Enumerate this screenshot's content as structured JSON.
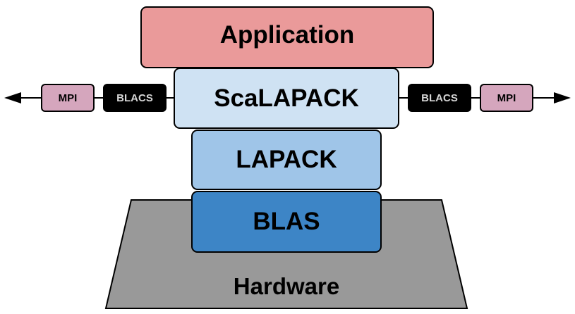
{
  "diagram": {
    "layers": {
      "application": "Application",
      "scalapack": "ScaLAPACK",
      "lapack": "LAPACK",
      "blas": "BLAS",
      "hardware": "Hardware"
    },
    "left_side": {
      "mpi": "MPI",
      "blacs": "BLACS"
    },
    "right_side": {
      "blacs": "BLACS",
      "mpi": "MPI"
    }
  },
  "colors": {
    "application": "#ea9a9a",
    "scalapack": "#cfe2f3",
    "lapack": "#9fc5e8",
    "blas": "#3d85c6",
    "hardware": "#999999",
    "mpi": "#d5a6bd",
    "blacs": "#000000"
  }
}
